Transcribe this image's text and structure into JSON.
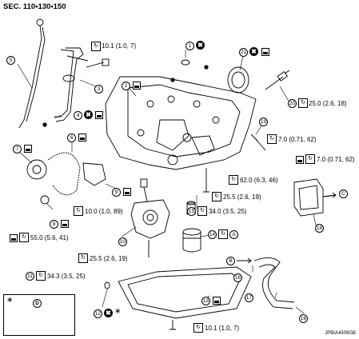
{
  "header": {
    "section": "SEC. 110•130•150"
  },
  "footer": {
    "code": "JPBIA4309GB"
  },
  "legend": {
    "marker": "∗",
    "letter": "D"
  },
  "callouts": {
    "n1": "1",
    "n2": "2",
    "n3": "3",
    "n4": "4",
    "n5": "5",
    "n6": "6",
    "n7": "7",
    "n8": "8",
    "n9": "9",
    "n10": "10",
    "n11": "11",
    "n12": "12",
    "n13": "13",
    "n14": "14",
    "n15": "15",
    "n16": "16",
    "n17": "17",
    "n18": "18",
    "n19": "19",
    "n20": "20",
    "n21": "21"
  },
  "letters": {
    "a": "A",
    "b": "B",
    "c": "C",
    "d": "D"
  },
  "torques": {
    "t1": "10.1 (1.0, 7)",
    "t2": "25.0 (2.6, 18)",
    "t3": "7.0 (0.71, 62)",
    "t4": "62.0 (6.3, 46)",
    "t5": "7.0 (0.71, 62)",
    "t6": "25.5 (2.6, 19)",
    "t7": "10.0 (1.0, 89)",
    "t8": "34.0 (3.5, 25)",
    "t9": "55.0 (5.6, 41)",
    "t10": "25.5 (2.6, 19)",
    "t11": "34.3 (3.5, 25)",
    "t12": "10.1 (1.0, 7)"
  },
  "marks": {
    "x": "✖",
    "star": "∗"
  }
}
